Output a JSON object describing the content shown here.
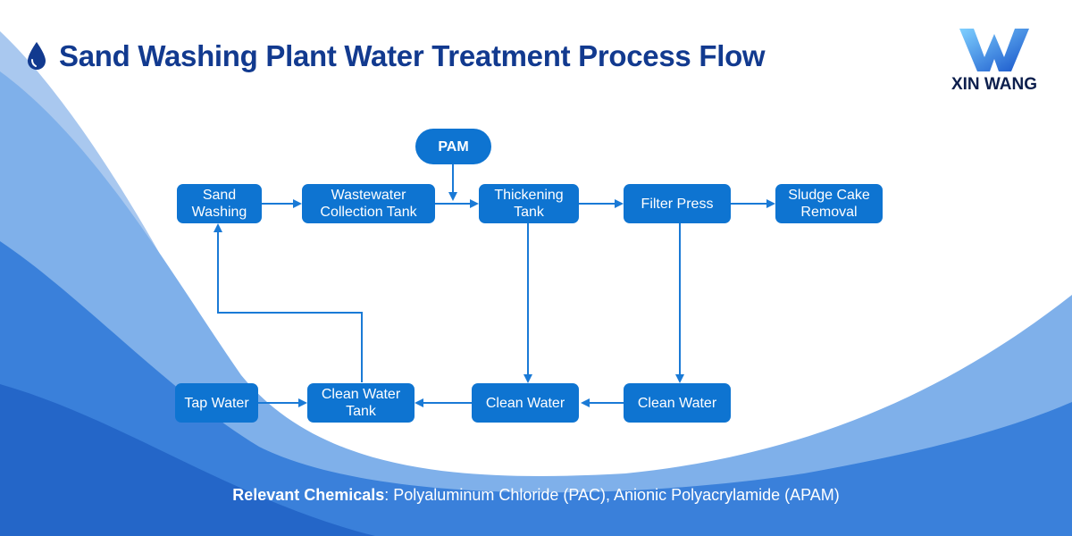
{
  "header": {
    "title": "Sand Washing Plant Water Treatment Process Flow"
  },
  "logo": {
    "text": "XIN WANG"
  },
  "colors": {
    "node": "#0e74d1",
    "arrow": "#1a7ad6",
    "title": "#123a8f",
    "wave_light": "#a9c8ef",
    "wave_mid": "#6fa3e4",
    "wave_dark": "#2f74d6"
  },
  "nodes": {
    "sand_washing": "Sand\nWashing",
    "wastewater_tank": "Wastewater\nCollection Tank",
    "pam": "PAM",
    "thickening_tank": "Thickening\nTank",
    "filter_press": "Filter Press",
    "sludge_cake": "Sludge Cake\nRemoval",
    "tap_water": "Tap Water",
    "clean_water_tank": "Clean Water\nTank",
    "clean_water_1": "Clean Water",
    "clean_water_2": "Clean Water"
  },
  "footer": {
    "label": "Relevant Chemicals",
    "text": ": Polyaluminum Chloride (PAC), Anionic Polyacrylamide (APAM)"
  }
}
